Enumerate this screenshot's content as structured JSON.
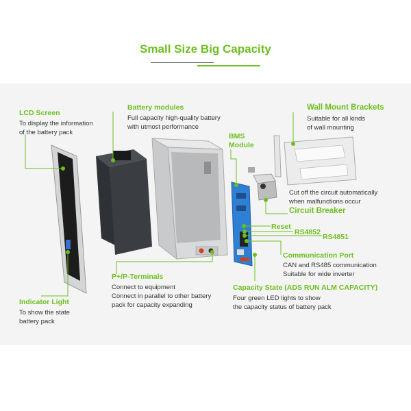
{
  "title": "Small Size Big Capacity",
  "callouts": {
    "lcd_screen": {
      "label": "LCD Screen",
      "desc": [
        "To display the information",
        "of the battery pack"
      ]
    },
    "battery_modules": {
      "label": "Battery modules",
      "desc": [
        "Full capacity high-quality battery",
        "with utmost performance"
      ]
    },
    "bms_module": {
      "label": [
        "BMS",
        "Module"
      ]
    },
    "wall_mount": {
      "label": "Wall Mount Brackets",
      "desc": [
        "Suitable for all kinds",
        "of wall mounting"
      ]
    },
    "circuit_breaker": {
      "label": "Circuit Breaker",
      "desc": [
        "Cut off the circuit automatically",
        "when malfunctions occur"
      ]
    },
    "reset": {
      "label": "Reset"
    },
    "rs4852": {
      "label": "RS4852"
    },
    "rs4851": {
      "label": "RS4851"
    },
    "comm_port": {
      "label": "Communication Port",
      "desc": [
        "CAN and RS485 communication",
        "Suitable for wide inverter"
      ]
    },
    "terminals": {
      "label": "P+/P-Terminals",
      "desc": [
        "Connect to equipment",
        "Connect in parallel to other battery",
        "pack for capacity expanding"
      ]
    },
    "indicator": {
      "label": "Indicator Light",
      "desc": [
        "To show the state",
        "battery pack"
      ]
    },
    "capacity_state": {
      "label": "Capacity State (ADS RUN  ALM CAPACITY)",
      "desc": [
        "Four green LED lights to show",
        "the capacity status of battery pack"
      ]
    }
  },
  "colors": {
    "accent": "#6cbf1f",
    "text": "#333333",
    "panel": "#f4f4f4",
    "pcb": "#2f7fd2"
  }
}
